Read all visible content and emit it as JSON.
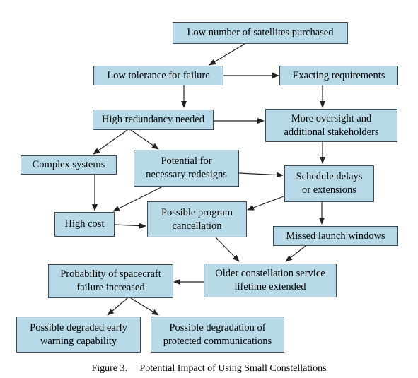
{
  "nodes": {
    "low_sats": "Low number of satellites purchased",
    "low_tol": "Low tolerance for failure",
    "exacting": "Exacting requirements",
    "high_red": "High redundancy needed",
    "oversight": "More oversight and\nadditional stakeholders",
    "complex": "Complex systems",
    "redesigns": "Potential for\nnecessary redesigns",
    "schedule": "Schedule delays\nor extensions",
    "high_cost": "High cost",
    "cancel": "Possible program\ncancellation",
    "missed": "Missed launch windows",
    "prob_fail": "Probability of spacecraft\nfailure increased",
    "older": "Older constellation service\nlifetime extended",
    "warning": "Possible degraded early\nwarning capability",
    "comms": "Possible degradation of\nprotected communications"
  },
  "caption": {
    "label": "Figure 3.",
    "text": "Potential Impact of Using Small Constellations"
  },
  "style": {
    "node_fill": "#b7d9e8",
    "node_border": "#3a4a55",
    "arrow_color": "#222222"
  }
}
